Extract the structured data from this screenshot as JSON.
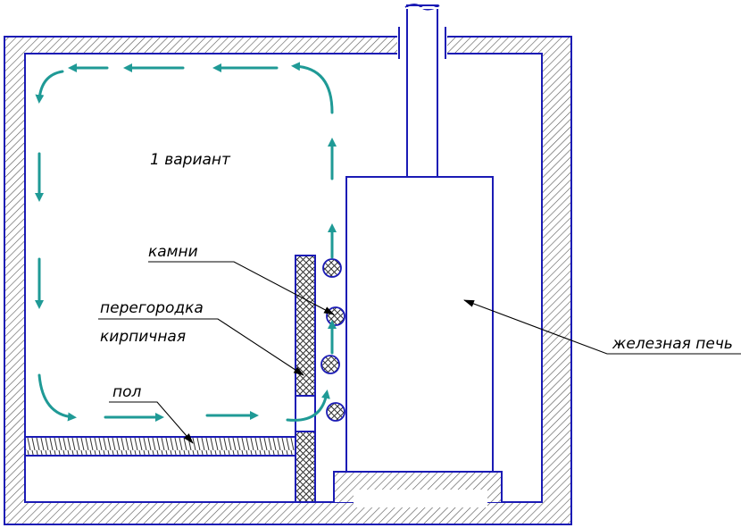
{
  "labels": {
    "variant": "1 вариант",
    "stones": "камни",
    "partition_line1": "перегородка",
    "partition_line2": "кирпичная",
    "floor": "пол",
    "stove": "железная печь"
  },
  "colors": {
    "outline": "#1b1bb5",
    "airflow": "#1f9a96",
    "hatch": "#555555",
    "leader": "#000000"
  }
}
